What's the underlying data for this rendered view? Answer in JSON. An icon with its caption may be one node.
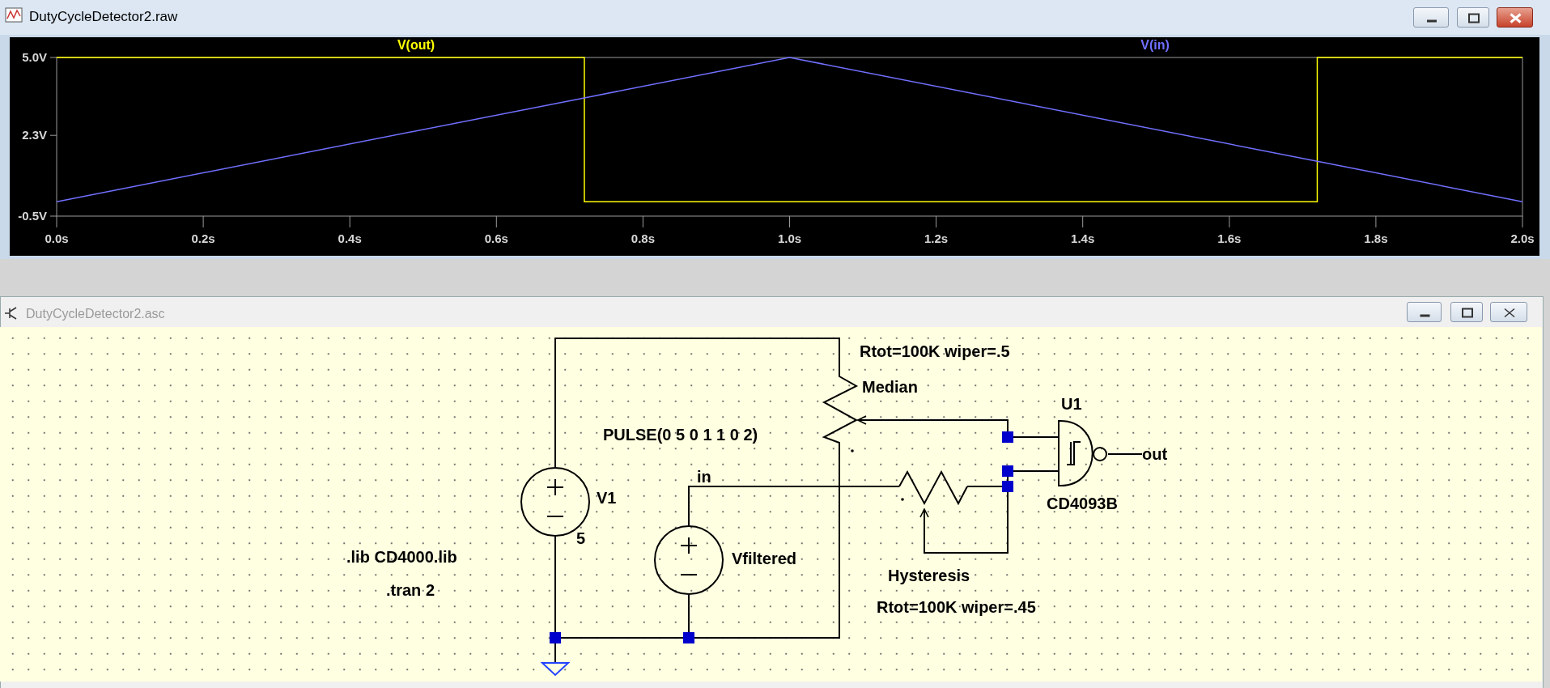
{
  "diagram": {
    "nodes": [
      {
        "text": [
          "V1",
          "5"
        ]
      },
      {
        "text": [
          "Vfiltered"
        ]
      },
      {
        "text": [
          "Rtot=100K wiper=.5",
          "Median"
        ]
      },
      {
        "text": [
          "Hysteresis",
          "Rtot=100K wiper=.45"
        ]
      },
      {
        "text": [
          "U1",
          "CD4093B"
        ]
      },
      {
        "text": [],
        "shape": "triangle"
      },
      {
        "text": [
          "out"
        ]
      }
    ],
    "edges": [
      {
        "from": 0,
        "to": 2,
        "arrow": "none"
      },
      {
        "from": 0,
        "to": 5,
        "arrow": "none"
      },
      {
        "from": 1,
        "to": 5,
        "arrow": "none"
      },
      {
        "from": 2,
        "to": 5,
        "arrow": "none"
      },
      {
        "from": 1,
        "to": 3,
        "arrow": "none"
      },
      {
        "from": 4,
        "to": 2,
        "arrow": "to"
      },
      {
        "from": 3,
        "to": 4,
        "arrow": "none"
      },
      {
        "from": 3,
        "to": 3,
        "arrow": "to"
      },
      {
        "from": 4,
        "to": 6,
        "arrow": "none"
      }
    ],
    "labels": [
      "DutyCycleDetector2.raw",
      "DutyCycleDetector2.asc",
      "PULSE(0 5 0 1 1 0 2)",
      "in",
      ".lib CD4000.lib",
      ".tran 2"
    ],
    "chart_data": {
      "type": "line",
      "x": [
        0,
        0.72,
        0.72,
        1,
        1.72,
        1.72,
        2
      ],
      "series": [
        {
          "name": "V(out)",
          "color": "#ffff00",
          "values": [
            5,
            5,
            0,
            0,
            0,
            5,
            5
          ]
        },
        {
          "name": "V(in)",
          "color": "#7070ff",
          "values": [
            0,
            3.6,
            3.6,
            5,
            1.4,
            1.4,
            0
          ]
        }
      ],
      "xlim": [
        0,
        2
      ],
      "ylim": [
        -0.5,
        5
      ],
      "xticks": [
        {
          "value": 0,
          "label": "0.0s"
        },
        {
          "value": 0.2,
          "label": "0.2s"
        },
        {
          "value": 0.4,
          "label": "0.4s"
        },
        {
          "value": 0.6,
          "label": "0.6s"
        },
        {
          "value": 0.8,
          "label": "0.8s"
        },
        {
          "value": 1,
          "label": "1.0s"
        },
        {
          "value": 1.2,
          "label": "1.2s"
        },
        {
          "value": 1.4,
          "label": "1.4s"
        },
        {
          "value": 1.6,
          "label": "1.6s"
        },
        {
          "value": 1.8,
          "label": "1.8s"
        },
        {
          "value": 2,
          "label": "2.0s"
        }
      ],
      "yticks": [
        {
          "value": 5,
          "label": "5.0V"
        },
        {
          "value": 2.3,
          "label": "2.3V"
        },
        {
          "value": -0.5,
          "label": "-0.5V"
        }
      ]
    }
  }
}
